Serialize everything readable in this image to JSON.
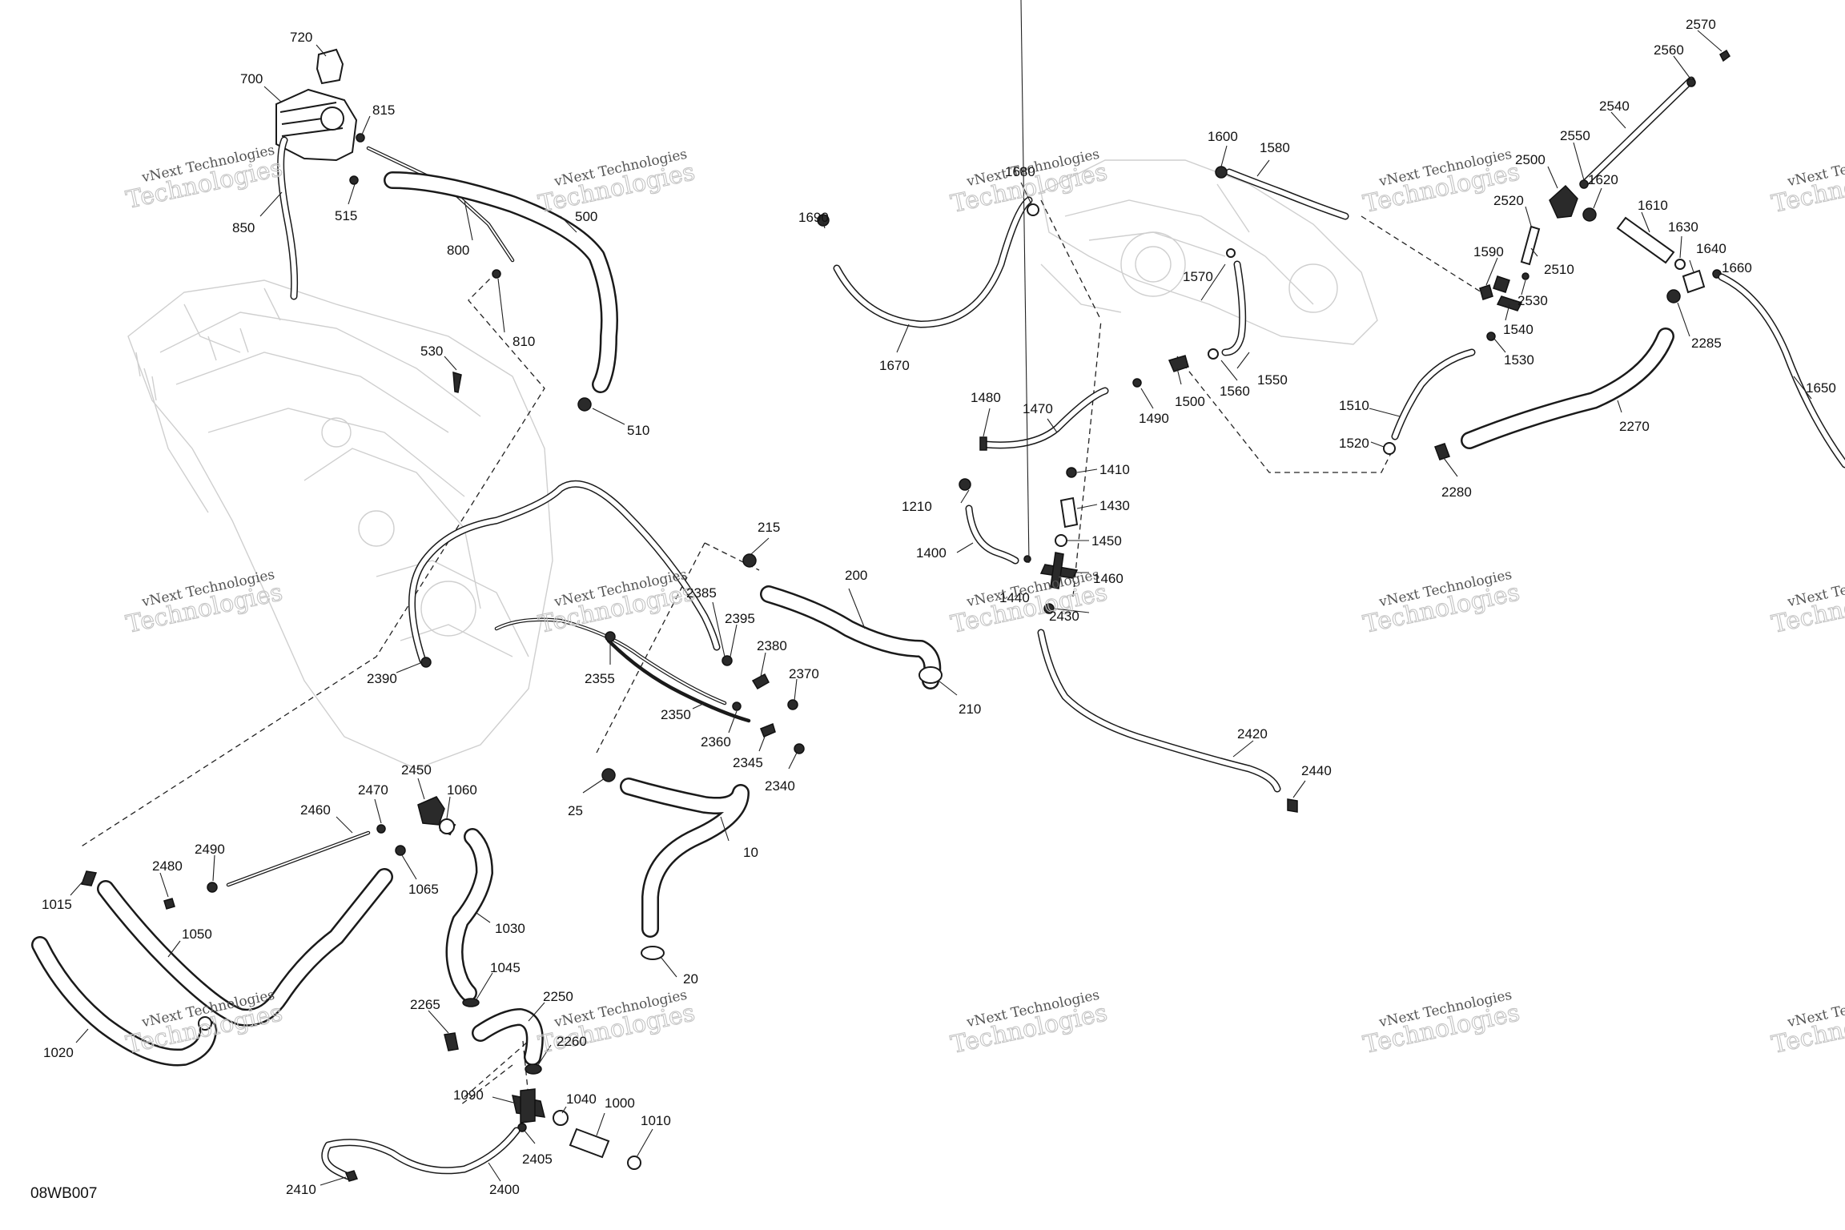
{
  "figure_id": "08WB007",
  "watermark": {
    "line1": "vNext Technologies",
    "line2": "Technologies"
  },
  "callouts": {
    "720": "720",
    "700": "700",
    "815": "815",
    "850": "850",
    "515": "515",
    "800": "800",
    "500": "500",
    "810": "810",
    "530": "530",
    "510": "510",
    "1690": "1690",
    "1680": "1680",
    "1670": "1670",
    "1600": "1600",
    "1580": "1580",
    "1570": "1570",
    "1560": "1560",
    "1550": "1550",
    "1500": "1500",
    "1490": "1490",
    "1480": "1480",
    "1470": "1470",
    "1410": "1410",
    "1430": "1430",
    "1450": "1450",
    "1460": "1460",
    "1440": "1440",
    "2430": "2430",
    "1210": "1210",
    "1400": "1400",
    "2500": "2500",
    "2550": "2550",
    "2540": "2540",
    "2560": "2560",
    "2570": "2570",
    "2520": "2520",
    "2510": "2510",
    "1590": "1590",
    "2530": "2530",
    "1540": "1540",
    "1530": "1530",
    "1510": "1510",
    "1520": "1520",
    "1620": "1620",
    "1610": "1610",
    "1630": "1630",
    "1640": "1640",
    "1660": "1660",
    "2285": "2285",
    "2270": "2270",
    "2280": "2280",
    "1650": "1650",
    "215": "215",
    "200": "200",
    "210": "210",
    "2385": "2385",
    "2395": "2395",
    "2380": "2380",
    "2370": "2370",
    "2355": "2355",
    "2350": "2350",
    "2360": "2360",
    "2345": "2345",
    "2340": "2340",
    "2390": "2390",
    "25": "25",
    "10": "10",
    "20": "20",
    "2420": "2420",
    "2440": "2440",
    "2450": "2450",
    "2470": "2470",
    "1060": "1060",
    "2460": "2460",
    "1065": "1065",
    "2490": "2490",
    "2480": "2480",
    "1015": "1015",
    "1050": "1050",
    "1030": "1030",
    "1045": "1045",
    "2265": "2265",
    "2250": "2250",
    "2260": "2260",
    "1020": "1020",
    "1090": "1090",
    "1040": "1040",
    "1000": "1000",
    "1010": "1010",
    "2405": "2405",
    "2410": "2410",
    "2400": "2400"
  },
  "colors": {
    "line": "#1a1a1a",
    "ghost": "#cfcfcf",
    "watermark": "#555555"
  }
}
